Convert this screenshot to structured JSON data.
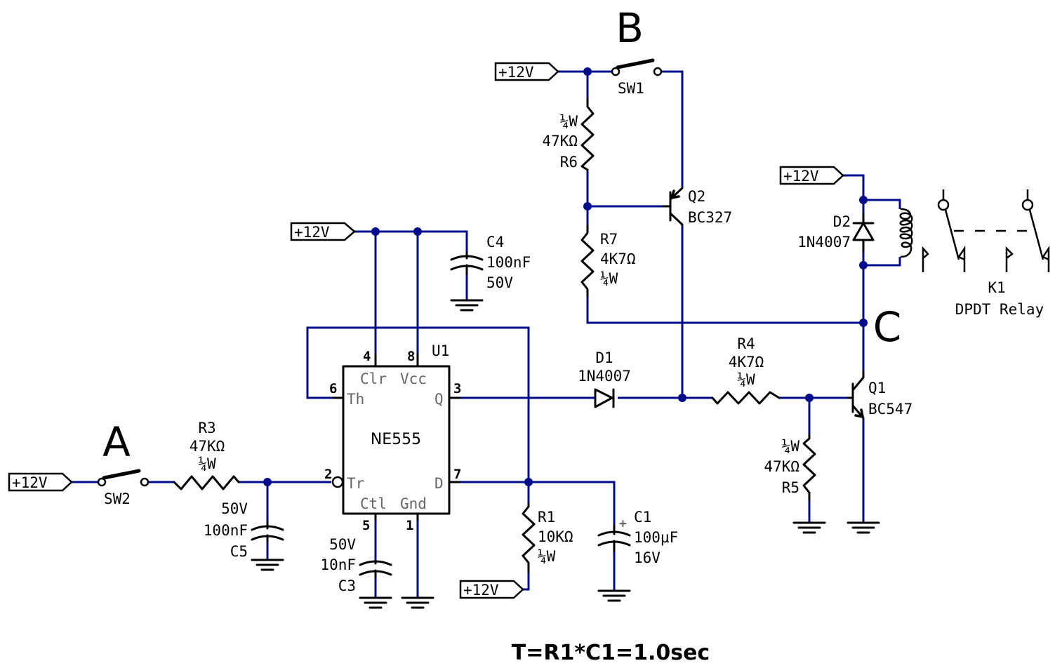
{
  "diagram": {
    "type": "electronic-schematic",
    "title_labels": {
      "point_a": "A",
      "point_b": "B",
      "point_c": "C"
    },
    "formula": "T=R1*C1=1.0sec",
    "power_label": "+12V",
    "colors": {
      "wire": "#000c8c",
      "symbol": "#000000",
      "pin_name": "#666666"
    },
    "components": {
      "sw1": {
        "ref": "SW1"
      },
      "sw2": {
        "ref": "SW2"
      },
      "r1": {
        "ref": "R1",
        "value": "10KΩ",
        "power": "¼W"
      },
      "r3": {
        "ref": "R3",
        "value": "47KΩ",
        "power": "¼W"
      },
      "r4": {
        "ref": "R4",
        "value": "4K7Ω",
        "power": "¼W"
      },
      "r5": {
        "ref": "R5",
        "value": "47KΩ",
        "power": "¼W"
      },
      "r6": {
        "ref": "R6",
        "value": "47KΩ",
        "power": "¼W"
      },
      "r7": {
        "ref": "R7",
        "value": "4K7Ω",
        "power": "¼W"
      },
      "c1": {
        "ref": "C1",
        "value": "100µF",
        "voltage": "16V",
        "polarity": "+"
      },
      "c3": {
        "ref": "C3",
        "value": "10nF",
        "voltage": "50V"
      },
      "c4": {
        "ref": "C4",
        "value": "100nF",
        "voltage": "50V"
      },
      "c5": {
        "ref": "C5",
        "value": "100nF",
        "voltage": "50V"
      },
      "d1": {
        "ref": "D1",
        "value": "1N4007"
      },
      "d2": {
        "ref": "D2",
        "value": "1N4007"
      },
      "q1": {
        "ref": "Q1",
        "value": "BC547"
      },
      "q2": {
        "ref": "Q2",
        "value": "BC327"
      },
      "k1": {
        "ref": "K1",
        "value": "DPDT Relay"
      },
      "u1": {
        "ref": "U1",
        "value": "NE555",
        "pins": {
          "clr": {
            "num": "4",
            "name": "Clr"
          },
          "vcc": {
            "num": "8",
            "name": "Vcc"
          },
          "th": {
            "num": "6",
            "name": "Th"
          },
          "q": {
            "num": "3",
            "name": "Q"
          },
          "tr": {
            "num": "2",
            "name": "Tr"
          },
          "d": {
            "num": "7",
            "name": "D"
          },
          "ctl": {
            "num": "5",
            "name": "Ctl"
          },
          "gnd": {
            "num": "1",
            "name": "Gnd"
          }
        }
      }
    }
  }
}
